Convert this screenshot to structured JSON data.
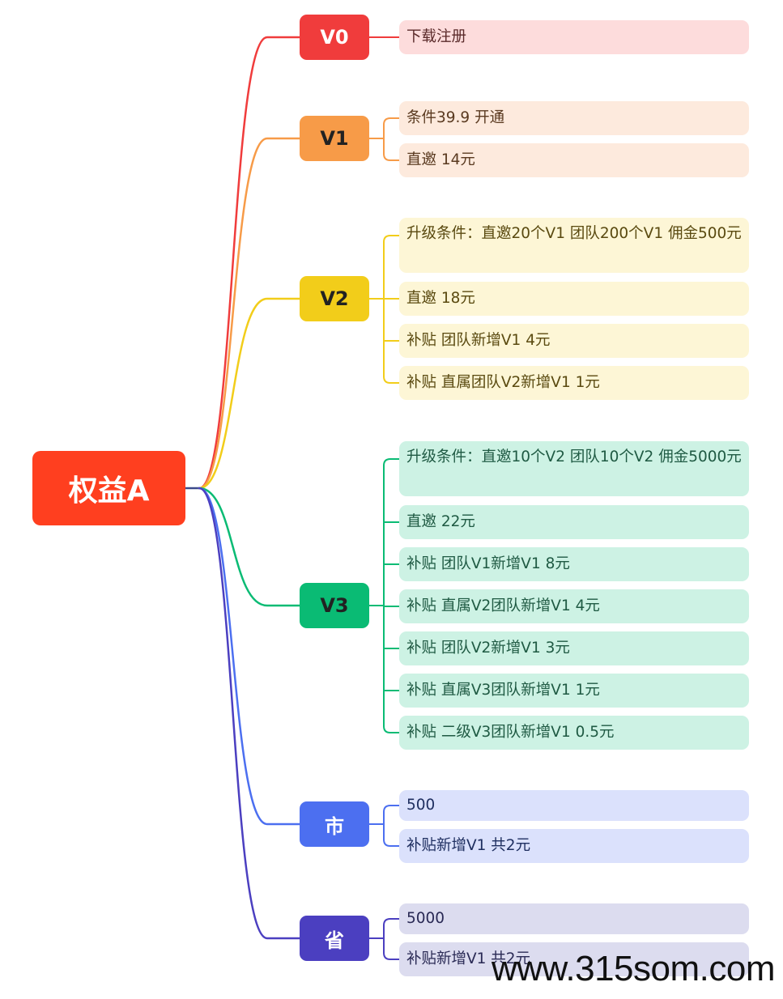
{
  "root": {
    "label": "权益A",
    "color": "#ff3f1f"
  },
  "branches": [
    {
      "label": "V0",
      "color": "#f03c3c",
      "text_color": "#ffffff",
      "leaf_bg": "#fddcdc",
      "leaf_text": "#5a2a2a",
      "items": [
        "下载注册"
      ]
    },
    {
      "label": "V1",
      "color": "#f79b48",
      "text_color": "#222222",
      "leaf_bg": "#fdeadd",
      "leaf_text": "#5a3a20",
      "items": [
        "条件39.9 开通",
        "直邀 14元"
      ]
    },
    {
      "label": "V2",
      "color": "#f2cd1a",
      "text_color": "#222222",
      "leaf_bg": "#fdf6d6",
      "leaf_text": "#5a4a10",
      "items": [
        "升级条件：直邀20个V1 团队200个V1 佣金500元",
        "直邀  18元",
        "补贴 团队新增V1  4元",
        "补贴 直属团队V2新增V1  1元"
      ]
    },
    {
      "label": "V3",
      "color": "#0abb74",
      "text_color": "#222222",
      "leaf_bg": "#cdf2e4",
      "leaf_text": "#1f5a43",
      "items": [
        "升级条件：直邀10个V2  团队10个V2  佣金5000元",
        "直邀  22元",
        "补贴 团队V1新增V1  8元",
        "补贴 直属V2团队新增V1  4元",
        "补贴 团队V2新增V1  3元",
        "补贴 直属V3团队新增V1  1元",
        "补贴 二级V3团队新增V1  0.5元"
      ]
    },
    {
      "label": "市",
      "color": "#4c6ff0",
      "text_color": "#ffffff",
      "leaf_bg": "#dbe1fc",
      "leaf_text": "#1f2f60",
      "items": [
        "500",
        "补贴新增V1 共2元"
      ]
    },
    {
      "label": "省",
      "color": "#4b3fc0",
      "text_color": "#ffffff",
      "leaf_bg": "#dcdcef",
      "leaf_text": "#2a2a55",
      "items": [
        "5000",
        "补贴新增V1 共2元"
      ]
    }
  ],
  "watermark": "www.315som.com"
}
